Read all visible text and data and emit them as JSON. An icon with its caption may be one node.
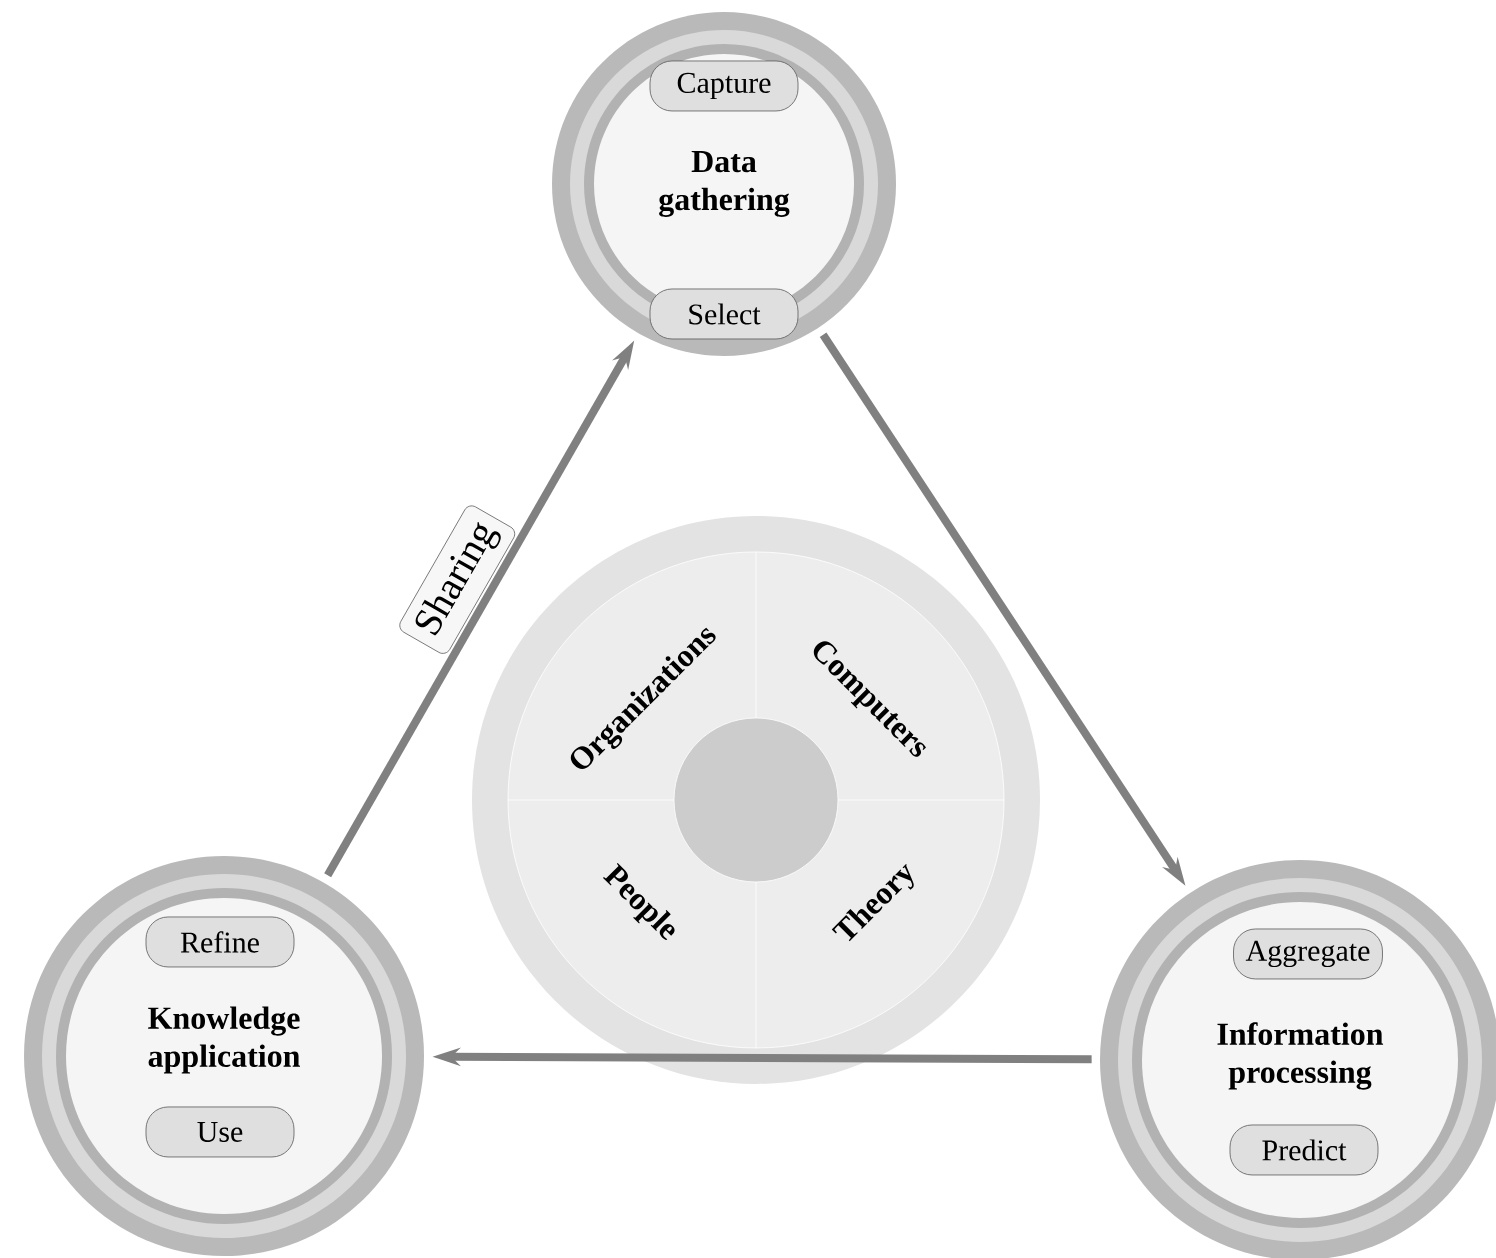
{
  "diagram": {
    "nodes": [
      {
        "text": [
          "Data gathering"
        ]
      },
      {
        "text": [
          "Capture"
        ],
        "in": 0
      },
      {
        "text": [
          "Select"
        ],
        "in": 0
      },
      {
        "text": [],
        "shape": "circle"
      },
      {
        "text": [
          "Organizations"
        ],
        "in": 3
      },
      {
        "text": [
          "Computers"
        ],
        "in": 3
      },
      {
        "text": [
          "People"
        ],
        "in": 3
      },
      {
        "text": [
          "Theory"
        ],
        "in": 3
      },
      {
        "text": [
          "Knowledge application"
        ]
      },
      {
        "text": [
          "Refine"
        ],
        "in": 8
      },
      {
        "text": [
          "Use"
        ],
        "in": 8
      },
      {
        "text": [
          "Information processing"
        ]
      },
      {
        "text": [
          "Aggregate"
        ],
        "in": 11
      },
      {
        "text": [
          "Predict"
        ],
        "in": 11
      }
    ],
    "edges": [
      {
        "from": 0,
        "to": 11,
        "arrow": "to"
      },
      {
        "from": 11,
        "to": 8,
        "arrow": "to"
      },
      {
        "from": 8,
        "to": 0,
        "arrow": "to",
        "label": "Sharing"
      }
    ]
  }
}
